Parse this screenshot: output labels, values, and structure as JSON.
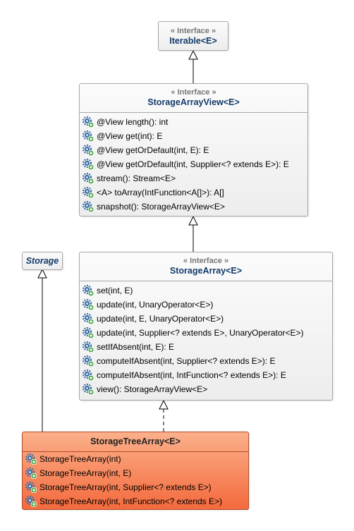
{
  "iterable": {
    "stereotype": "« Interface »",
    "title": "Iterable<E>"
  },
  "storage_array_view": {
    "stereotype": "« Interface »",
    "title": "StorageArrayView<E>",
    "members": [
      "@View length(): int",
      "@View get(int): E",
      "@View getOrDefault(int, E): E",
      "@View getOrDefault(int, Supplier<? extends E>): E",
      "stream(): Stream<E>",
      "<A> toArray(IntFunction<A[]>): A[]",
      "snapshot(): StorageArrayView<E>"
    ]
  },
  "storage": {
    "title": "Storage"
  },
  "storage_array": {
    "stereotype": "« Interface »",
    "title": "StorageArray<E>",
    "members": [
      "set(int, E)",
      "update(int, UnaryOperator<E>)",
      "update(int, E, UnaryOperator<E>)",
      "update(int, Supplier<? extends E>, UnaryOperator<E>)",
      "setIfAbsent(int, E): E",
      "computeIfAbsent(int, Supplier<? extends E>): E",
      "computeIfAbsent(int, IntFunction<? extends E>): E",
      "view(): StorageArrayView<E>"
    ]
  },
  "storage_tree_array": {
    "title": "StorageTreeArray<E>",
    "members": [
      "StorageTreeArray(int)",
      "StorageTreeArray(int, E)",
      "StorageTreeArray(int, Supplier<? extends E>)",
      "StorageTreeArray(int, IntFunction<? extends E>)"
    ]
  },
  "colors": {
    "interface_title": "#133b6a",
    "concrete_fill_top": "#fbb08a",
    "concrete_fill_bottom": "#f46a3d",
    "method_icon": "#3a6ea5",
    "plus_badge": "#2e9b2e"
  },
  "icons": {
    "member_icon": "public-method-icon"
  }
}
